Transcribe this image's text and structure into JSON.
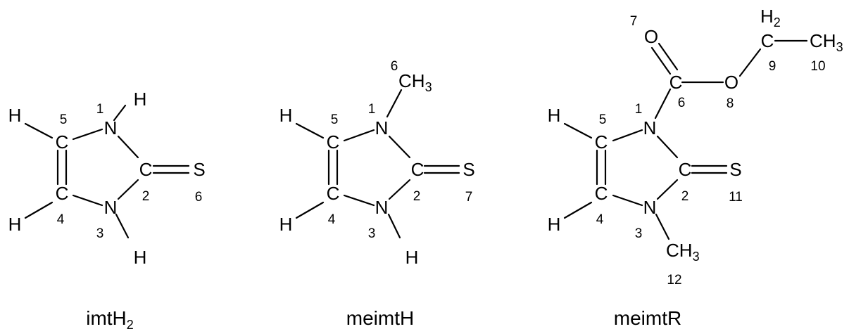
{
  "molecules": [
    {
      "name": "imtH",
      "name_sub": "2",
      "atoms": {
        "h_top": "H",
        "n1": "N",
        "h_c5": "H",
        "c5": "C",
        "c2": "C",
        "s": "S",
        "c4": "C",
        "h_c4": "H",
        "n3": "N",
        "h_bottom": "H"
      },
      "numbers": {
        "n1": "1",
        "c5": "5",
        "c2": "2",
        "s": "6",
        "c4": "4",
        "n3": "3"
      }
    },
    {
      "name": "meimtH",
      "atoms": {
        "ch3": "CH",
        "ch3_sub": "3",
        "n1": "N",
        "h_c5": "H",
        "c5": "C",
        "c2": "C",
        "s": "S",
        "c4": "C",
        "h_c4": "H",
        "n3": "N",
        "h_bottom": "H"
      },
      "numbers": {
        "ch3": "6",
        "n1": "1",
        "c5": "5",
        "c2": "2",
        "s": "7",
        "c4": "4",
        "n3": "3"
      }
    },
    {
      "name": "meimtR",
      "atoms": {
        "o7": "O",
        "c6": "C",
        "o8": "O",
        "ch2": "C",
        "h2": "H",
        "h2_sub": "2",
        "ch3_end": "CH",
        "ch3_end_sub": "3",
        "n1": "N",
        "h_c5": "H",
        "c5": "C",
        "c2": "C",
        "s": "S",
        "c4": "C",
        "h_c4": "H",
        "n3": "N",
        "ch3": "CH",
        "ch3_sub": "3"
      },
      "numbers": {
        "o7": "7",
        "c6": "6",
        "o8": "8",
        "c9": "9",
        "c10": "10",
        "n1": "1",
        "c5": "5",
        "c2": "2",
        "s": "11",
        "c4": "4",
        "n3": "3",
        "c12": "12"
      }
    }
  ]
}
